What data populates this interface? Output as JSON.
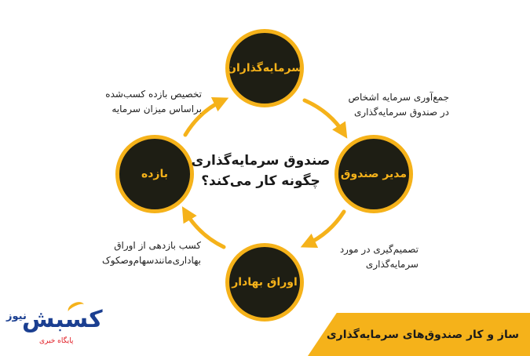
{
  "center": {
    "line1": "صندوق سرمایه‌گذاری",
    "line2": "چگونه کار می‌کند؟"
  },
  "nodes": {
    "investors": "سرمایه‌گذاران",
    "fund_manager": "مدیر صندوق",
    "securities": "اوراق بهادار",
    "return": "بازده"
  },
  "descriptions": {
    "collect_line1": "جمع‌آوری سرمایه اشخاص",
    "collect_line2": "در صندوق سرمایه‌گذاری",
    "decide_line1": "تصمیم‌گیری در مورد",
    "decide_line2": "سرمایه‌گذاری",
    "earn_line1": "کسب بازدهی از اوراق",
    "earn_line2": "بهاداری‌مانندسهام‌وصکوک",
    "allocate_line1": "تخصیص بازده کسب‌شده",
    "allocate_line2": "براساس میزان سرمایه"
  },
  "banner": {
    "text": "ساز و کار صندوق‌های سرمایه‌گذاری"
  },
  "logo": {
    "main": "کسبش",
    "news": "نیوز",
    "subtitle": "پایگاه خبری"
  },
  "colors": {
    "accent": "#f5b21a",
    "node_fill": "#1e1e14",
    "logo_blue": "#1b3f91",
    "logo_red": "#e0161e"
  }
}
